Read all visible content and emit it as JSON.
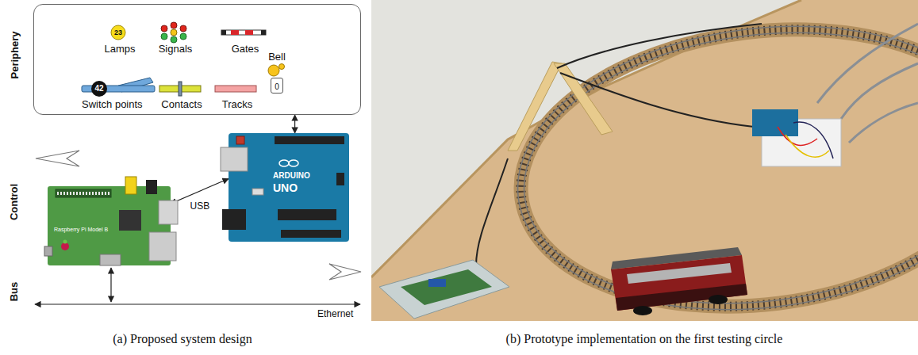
{
  "diagram": {
    "nodes": [
      {
        "text": [
          "Periphery"
        ]
      },
      {
        "text": [
          "23",
          "Lamps"
        ],
        "in": 0
      },
      {
        "text": [
          "Signals"
        ],
        "in": 0
      },
      {
        "text": [
          "Gates"
        ],
        "in": 0
      },
      {
        "text": [
          "42",
          "Switch points"
        ],
        "in": 0
      },
      {
        "text": [
          "Contacts"
        ],
        "in": 0
      },
      {
        "text": [
          "Tracks"
        ],
        "in": 0
      },
      {
        "text": [
          "Bell",
          "0"
        ],
        "in": 0
      },
      {
        "text": [
          "Raspberry Pi Model B"
        ]
      },
      {
        "text": [
          "ARDUINO",
          "UNO"
        ]
      }
    ],
    "edges": [
      {
        "from": 8,
        "to": 9,
        "label": "USB",
        "arrow": "both"
      },
      {
        "from": 9,
        "to": 0,
        "arrow": "both"
      }
    ],
    "labels": [
      "Control",
      "Bus",
      "Ethernet",
      "(a) Proposed system design",
      "(b) Prototype implementation on the first testing circle"
    ]
  }
}
